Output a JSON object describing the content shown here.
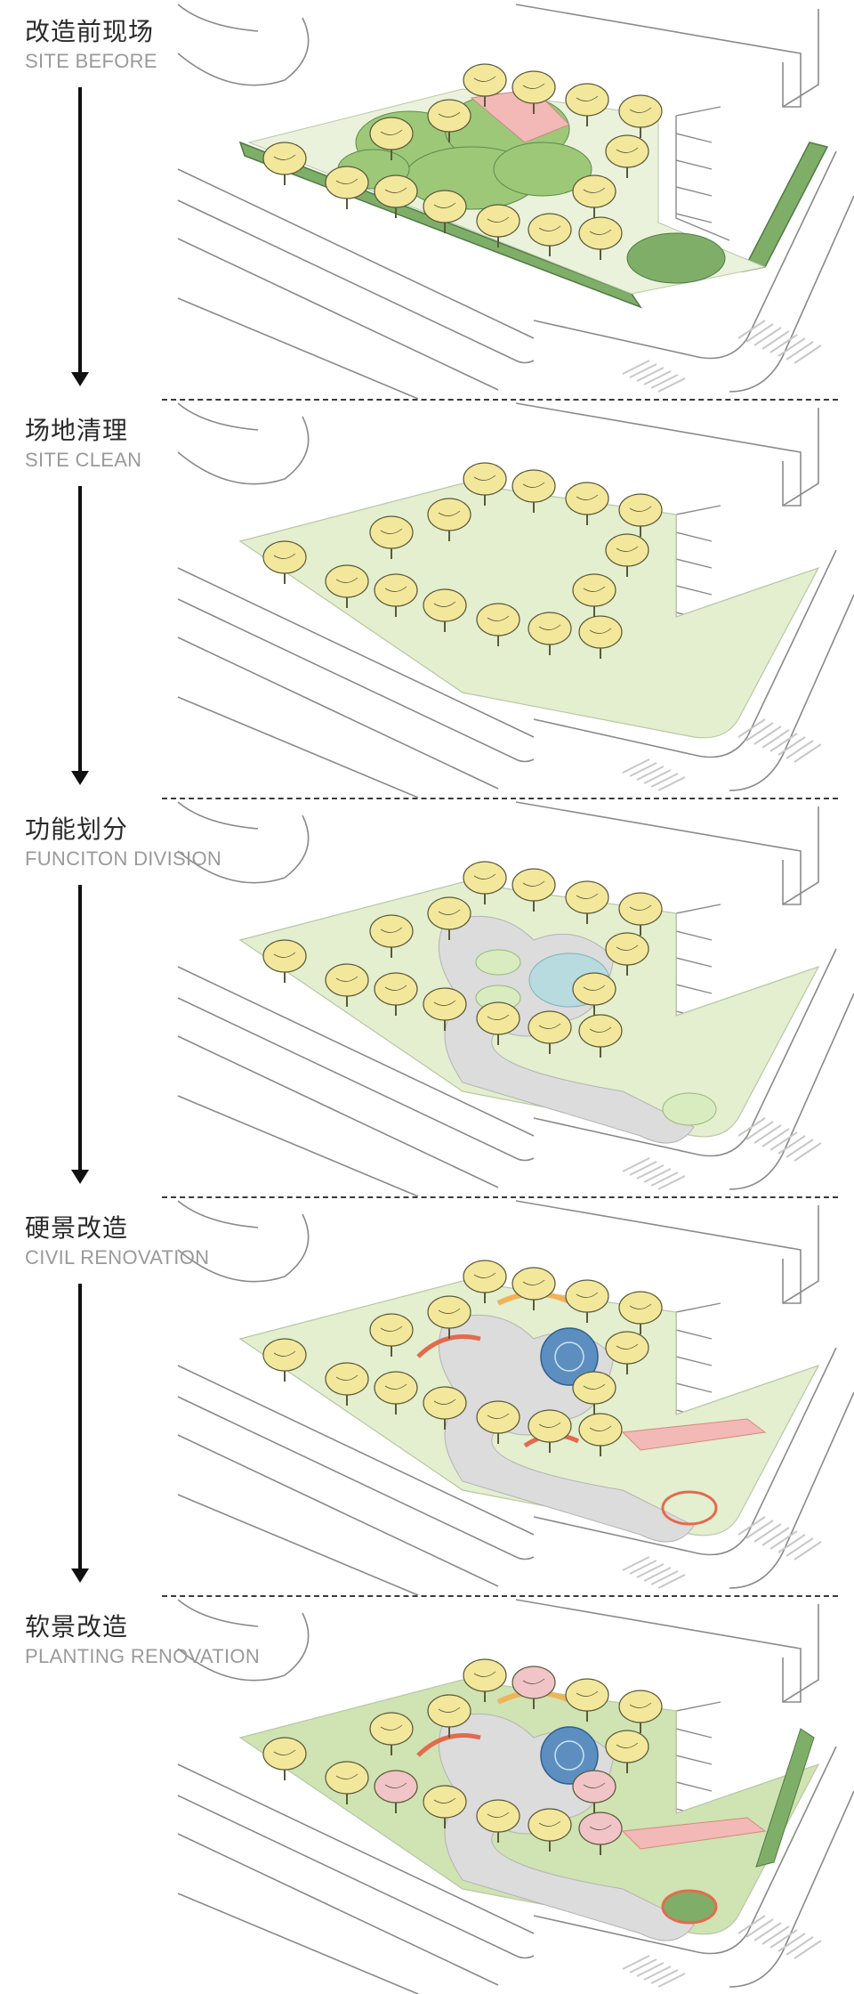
{
  "colors": {
    "tree_canopy": "#f3e79b",
    "tree_outline": "#5a5a3a",
    "lawn": "#e3efcf",
    "shrub_green": "#9cc878",
    "hedge_green": "#7fae68",
    "paving": "#dcdcdc",
    "pond_blue": "#b8dbe0",
    "water_feature": "#5c8fc0",
    "accent_orange": "#f0b35a",
    "accent_red": "#e46a4e",
    "accent_pink": "#f2b9b6",
    "line": "#8a8a8a"
  },
  "stages": [
    {
      "title_zh": "改造前现场",
      "title_en": "SITE BEFORE"
    },
    {
      "title_zh": "场地清理",
      "title_en": "SITE CLEAN"
    },
    {
      "title_zh": "功能划分",
      "title_en": "FUNCITON DIVISION"
    },
    {
      "title_zh": "硬景改造",
      "title_en": "CIVIL RENOVATION"
    },
    {
      "title_zh": "软景改造",
      "title_en": "PLANTING RENOVATION"
    }
  ]
}
